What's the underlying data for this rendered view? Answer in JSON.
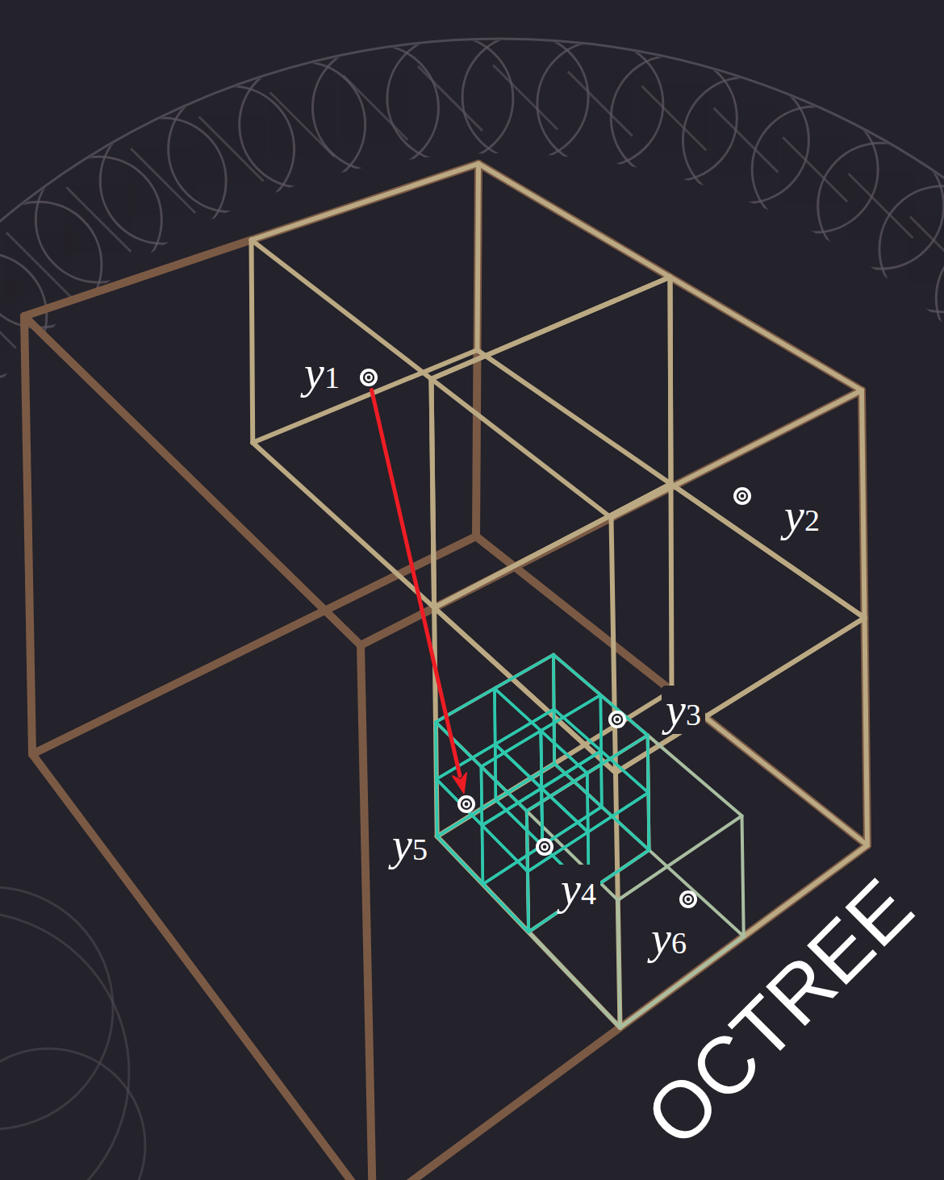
{
  "diagram": {
    "nodes": [
      {
        "text": [
          "y1"
        ]
      },
      {
        "text": [
          "y2"
        ]
      },
      {
        "text": [
          "y3"
        ]
      },
      {
        "text": [
          "y5"
        ]
      },
      {
        "text": [
          "y4"
        ]
      },
      {
        "text": [
          "y6"
        ]
      }
    ],
    "edges": [
      {
        "from": 0,
        "to": 3,
        "arrow": "to"
      }
    ],
    "labels": [
      "OCTREE"
    ]
  }
}
